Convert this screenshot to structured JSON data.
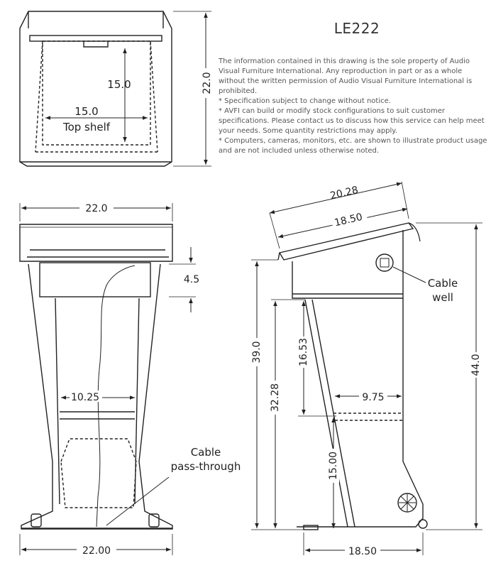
{
  "model": "LE222",
  "notes": [
    "The information contained in this drawing is the sole property of Audio Visual Furniture International. Any reproduction in part or as a whole without the written permission of Audio Visual Furniture International is prohibited.",
    "* Specification subject to change without notice.",
    "* AVFI can build or modify stock configurations to suit customer specifications. Please contact us to discuss how this service can help meet your needs. Some quantity restrictions may apply.",
    "* Computers, cameras, monitors, etc. are shown to illustrate product usage and are not included unless otherwise noted."
  ],
  "top_view": {
    "shelf_depth": "15.0",
    "shelf_width": "15.0",
    "shelf_label": "Top shelf",
    "overall_depth": "22.0"
  },
  "front_view": {
    "top_width": "22.0",
    "shelf_height": "4.5",
    "inner_width": "10.25",
    "base_width": "22.00",
    "callout": [
      "Cable",
      "pass-through"
    ]
  },
  "side_view": {
    "top_slant": "20.28",
    "work_surface": "18.50",
    "front_height": "39.0",
    "rear_height": "44.0",
    "lower_height": "32.28",
    "shelf_gap": "16.53",
    "shelf_depth": "9.75",
    "bottom_shelf_height": "15.00",
    "base_depth": "18.50",
    "callout": [
      "Cable",
      "well"
    ]
  }
}
